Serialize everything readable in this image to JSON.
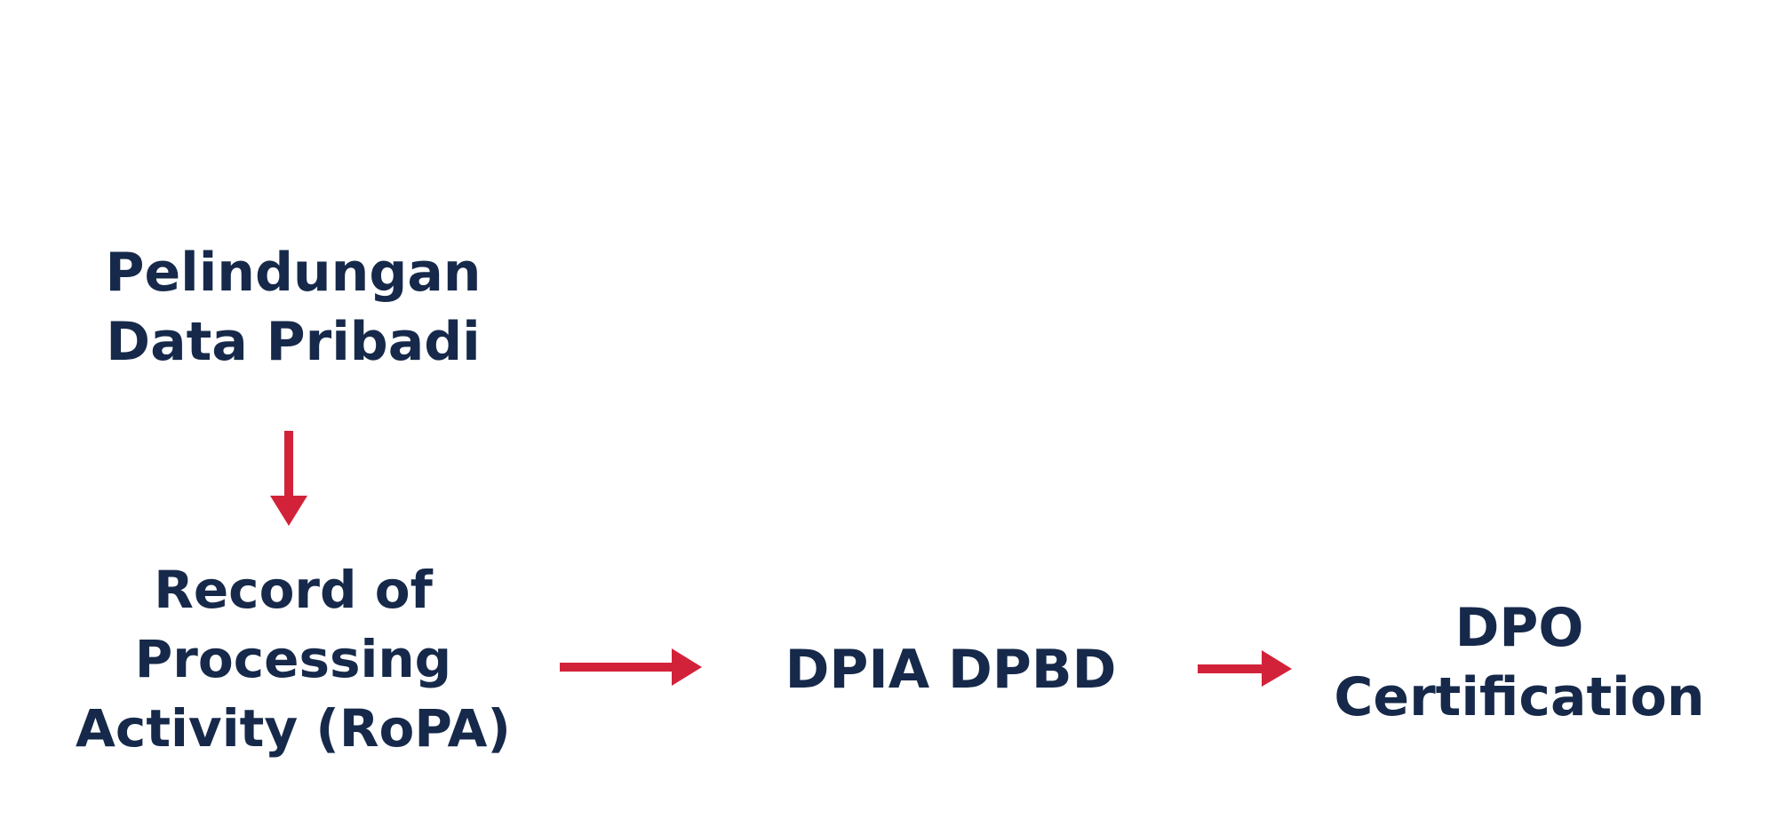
{
  "diagram": {
    "nodes": {
      "pdp": {
        "lines": [
          "Pelindungan",
          "Data Pribadi"
        ]
      },
      "ropa": {
        "lines": [
          "Record of",
          "Processing",
          "Activity (RoPA)"
        ]
      },
      "dpia": {
        "lines": [
          "DPIA DPBD"
        ]
      },
      "dpo": {
        "lines": [
          "DPO",
          "Certification"
        ]
      }
    },
    "edges": [
      {
        "from": "pdp",
        "to": "ropa"
      },
      {
        "from": "ropa",
        "to": "dpia"
      },
      {
        "from": "dpia",
        "to": "dpo"
      }
    ]
  },
  "colors": {
    "text": "#16294a",
    "arrow": "#d2223a",
    "background": "#ffffff"
  }
}
